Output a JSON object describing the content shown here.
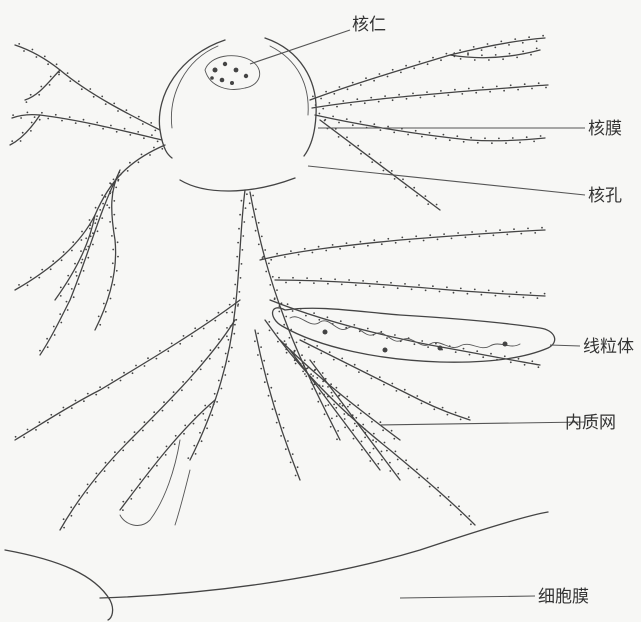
{
  "labels": {
    "nucleolus": "核仁",
    "nuclear_envelope": "核膜",
    "nuclear_pore": "核孔",
    "mitochondrion": "线粒体",
    "endoplasmic_reticulum": "内质网",
    "cell_membrane": "细胞膜"
  },
  "colors": {
    "background": "#f7f7f5",
    "ink": "#444444"
  }
}
